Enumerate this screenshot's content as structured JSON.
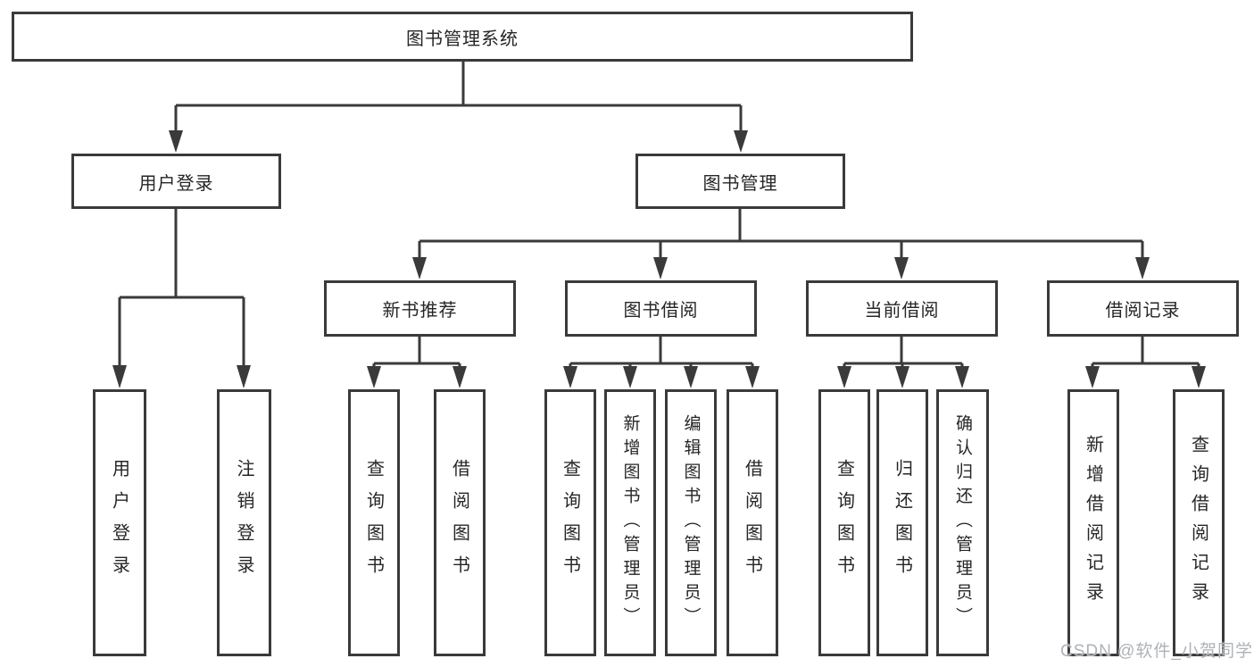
{
  "tree": {
    "root": "图书管理系统",
    "branches": [
      {
        "label": "用户登录",
        "children": [
          "用户登录",
          "注销登录"
        ]
      },
      {
        "label": "图书管理",
        "sections": [
          {
            "label": "新书推荐",
            "children": [
              "查询图书",
              "借阅图书"
            ]
          },
          {
            "label": "图书借阅",
            "children": [
              "查询图书",
              "新增图书（管理员）",
              "编辑图书（管理员）",
              "借阅图书"
            ]
          },
          {
            "label": "当前借阅",
            "children": [
              "查询图书",
              "归还图书",
              "确认归还（管理员）"
            ]
          },
          {
            "label": "借阅记录",
            "children": [
              "新增借阅记录",
              "查询借阅记录"
            ]
          }
        ]
      }
    ]
  },
  "watermark": {
    "text": "CSDN @软件_小贺同学"
  },
  "colors": {
    "line": "#3a3a3a",
    "text": "#262626",
    "background": "#ffffff",
    "watermark": "#aeb2b8"
  }
}
